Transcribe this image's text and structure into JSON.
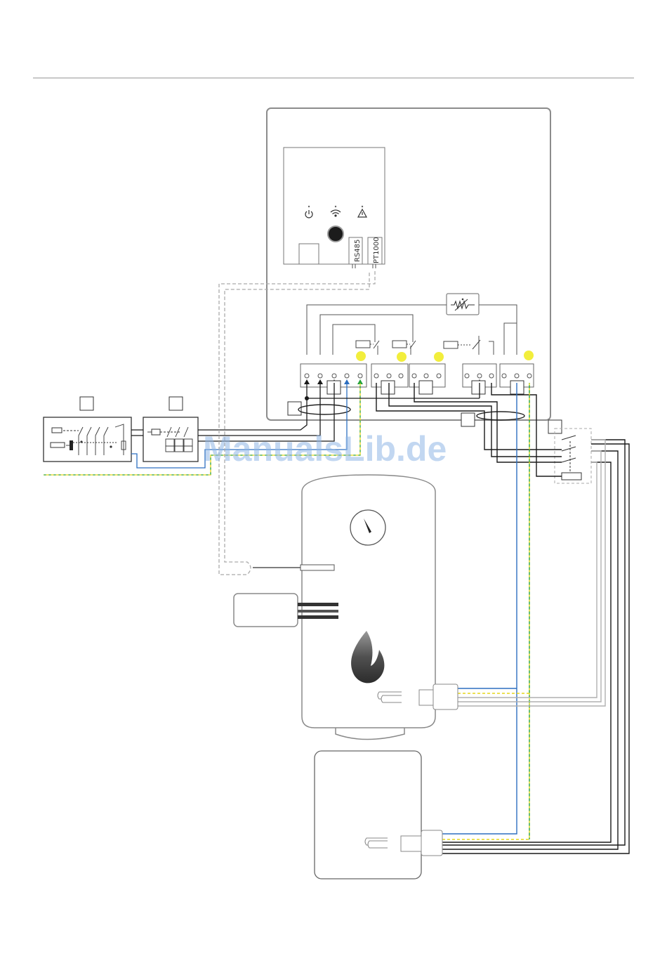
{
  "controller": {
    "port_rs485": "RS485",
    "port_pt1000": "PT1000",
    "icons": [
      "power-icon",
      "wifi-icon",
      "warning-icon"
    ],
    "button": "round-button"
  },
  "watermark": "ManualsLib.de",
  "colors": {
    "frame": "#8c8c8c",
    "wire_black": "#1a1a1a",
    "wire_blue": "#2d6fc0",
    "wire_green": "#22a23c",
    "wire_yellow": "#e6d51a",
    "wire_grey": "#b0b0b0",
    "terminal_led": "#f2ee3c",
    "flame": "#404040"
  }
}
